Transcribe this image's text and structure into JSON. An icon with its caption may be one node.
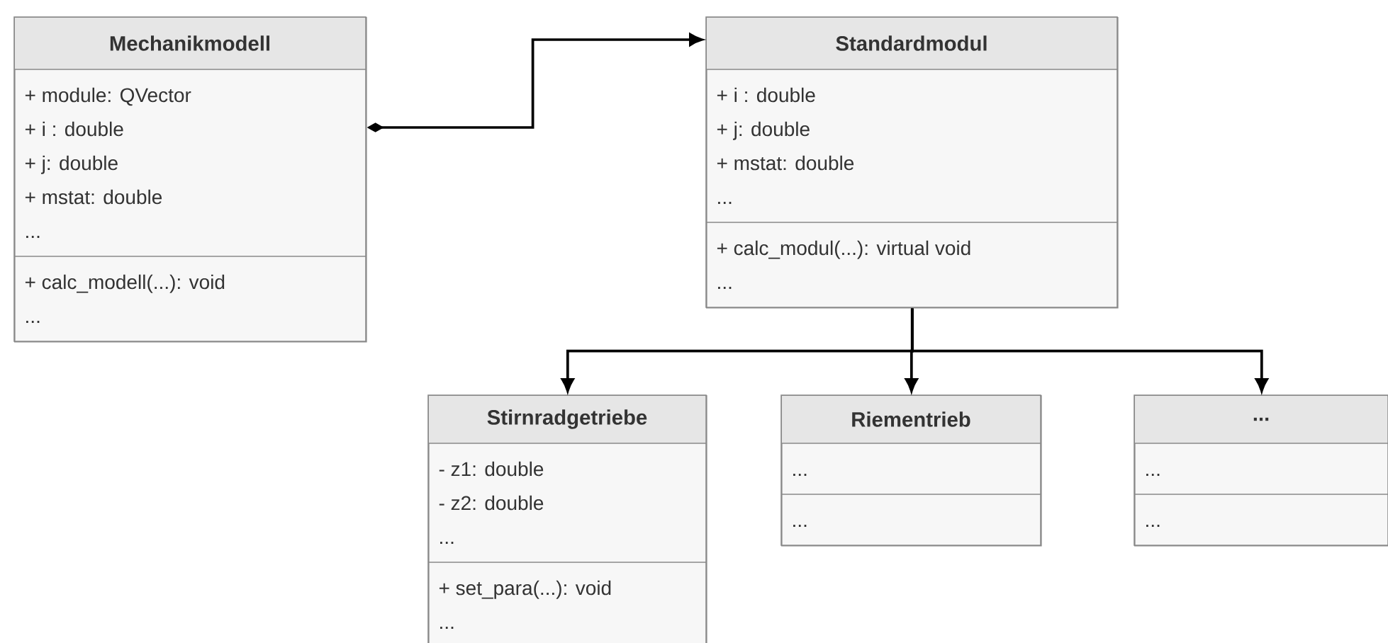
{
  "diagram": {
    "nodes": [
      {
        "text": [
          "Mechanikmodell",
          "+ module: QVector",
          "+ i : double",
          "+ j: double",
          "+ mstat: double",
          "...",
          "+ calc_modell(...): void",
          "..."
        ]
      },
      {
        "text": [
          "Standardmodul",
          "+ i : double",
          "+ j: double",
          "+ mstat: double",
          "...",
          "+ calc_modul(...): virtual void",
          "..."
        ]
      },
      {
        "text": [
          "Stirnradgetriebe",
          "- z1: double",
          "- z2: double",
          "...",
          "+ set_para(...): void",
          "..."
        ]
      },
      {
        "text": [
          "Riementrieb",
          "...",
          "..."
        ]
      },
      {
        "text": [
          "...",
          "...",
          "..."
        ]
      }
    ],
    "edges": [
      {
        "from": 0,
        "to": 1,
        "arrow": "to"
      },
      {
        "from": 1,
        "to": 2,
        "arrow": "to"
      },
      {
        "from": 1,
        "to": 3,
        "arrow": "to"
      },
      {
        "from": 1,
        "to": 4,
        "arrow": "to"
      }
    ]
  }
}
